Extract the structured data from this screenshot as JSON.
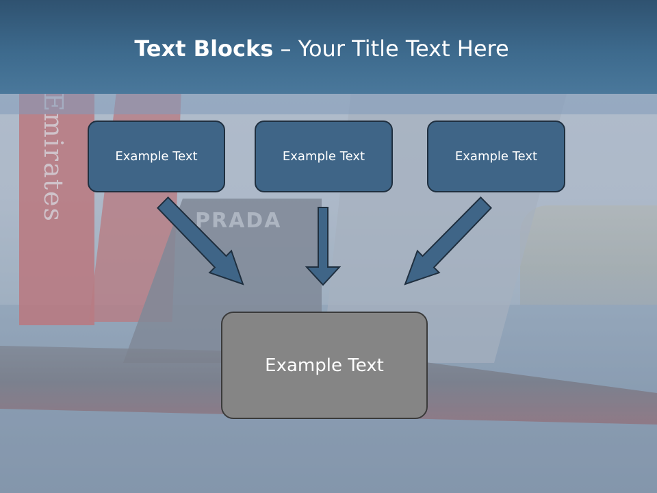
{
  "slide": {
    "title_bold": "Text Blocks",
    "title_rest": " – Your Title Text Here"
  },
  "blocks": {
    "top_left": "Example Text",
    "top_center": "Example Text",
    "top_right": "Example Text",
    "bottom": "Example Text"
  },
  "background": {
    "sail_text": "Emirates",
    "hull_text": "PRADA"
  },
  "colors": {
    "title_bar": "#3d6a8d",
    "block_fill": "#3f6587",
    "block_border": "#1f2f3f",
    "arrow_fill": "#3f6587",
    "bottom_block_fill": "#858585"
  }
}
